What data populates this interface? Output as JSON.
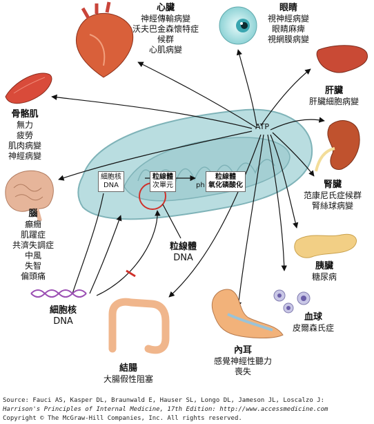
{
  "center": {
    "atp": "ATP",
    "nuclear_box": [
      "細胞核",
      "DNA"
    ],
    "mito_box": [
      "粒線體",
      "次單元"
    ],
    "phos_box": [
      "粒線體",
      "氧化磷酸化"
    ],
    "phos_prefix": "ph",
    "mtdna": [
      "粒線體",
      "DNA"
    ],
    "nucleus_dna": [
      "細胞核",
      "DNA"
    ]
  },
  "organs": {
    "heart": {
      "title": "心臟",
      "items": [
        "神經傳輸病變",
        "沃夫巴金森懷特症",
        "候群",
        "心肌病變"
      ]
    },
    "eye": {
      "title": "眼睛",
      "items": [
        "視神經病變",
        "眼睛麻痺",
        "視網膜病變"
      ]
    },
    "liver": {
      "title": "肝臟",
      "items": [
        "肝臟細胞病變"
      ]
    },
    "kidney": {
      "title": "腎臟",
      "items": [
        "范康尼氏症候群",
        "腎絲球病變"
      ]
    },
    "pancreas": {
      "title": "胰臟",
      "items": [
        "糖尿病"
      ]
    },
    "blood": {
      "title": "血球",
      "items": [
        "皮爾森氏症"
      ]
    },
    "ear": {
      "title": "內耳",
      "items": [
        "感覺神經性聽力",
        "喪失"
      ]
    },
    "colon": {
      "title": "結腸",
      "items": [
        "大腸假性阻塞"
      ]
    },
    "brain": {
      "title": "腦",
      "items": [
        "癲癇",
        "肌躍症",
        "共濟失調症",
        "中風",
        "失智",
        "偏頭痛"
      ]
    },
    "muscle": {
      "title": "骨骼肌",
      "items": [
        "無力",
        "疲勞",
        "肌肉病變",
        "神經病變"
      ]
    }
  },
  "source": {
    "line1": "Source: Fauci AS, Kasper DL, Braunwald E, Hauser SL, Longo DL, Jameson JL, Loscalzo J:",
    "line2": "Harrison's Principles of Internal Medicine, 17th Edition: http://www.accessmedicine.com",
    "line3": "Copyright © The McGraw-Hill Companies, Inc. All rights reserved."
  },
  "colors": {
    "mito_fill": "#b9dde0",
    "mito_edge": "#7fb3b8",
    "heart": "#d9603a",
    "liver": "#c94a35",
    "kidney": "#c0522e",
    "pancreas": "#f2cf85",
    "colon": "#f0b68c",
    "brain": "#e6b59a",
    "muscle": "#d94b3a",
    "dna": "#9b4fb3",
    "block": "#d0302a"
  }
}
